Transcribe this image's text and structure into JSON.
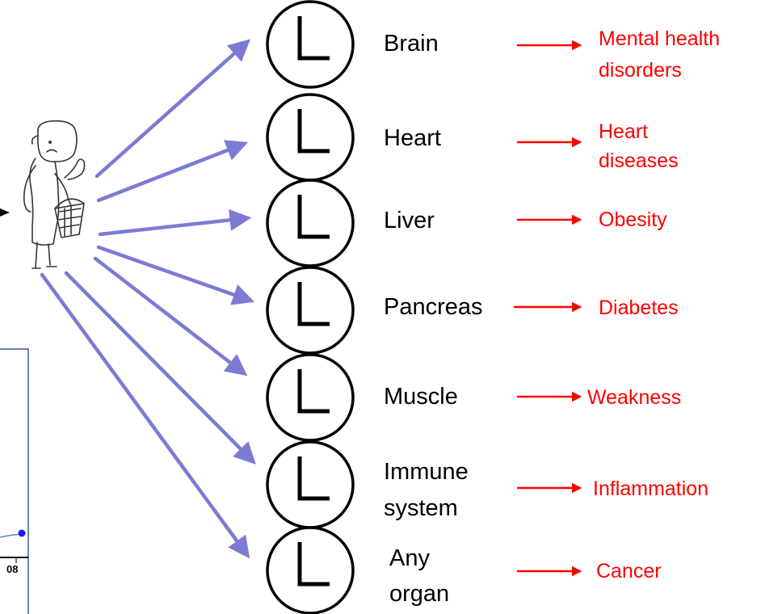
{
  "colors": {
    "arrow_blue": "#7b7bd4",
    "outcome_red": "#ff0000",
    "clock": "#000000",
    "inset_border": "#3a5a8a",
    "point_blue": "#1a1aff"
  },
  "figure": {
    "icon": "person-with-basket-icon"
  },
  "inset_plot": {
    "tick_label": "08"
  },
  "rows": [
    {
      "organ": [
        "Brain"
      ],
      "outcome": [
        "Mental health",
        "disorders"
      ]
    },
    {
      "organ": [
        "Heart"
      ],
      "outcome": [
        "Heart",
        "diseases"
      ]
    },
    {
      "organ": [
        "Liver"
      ],
      "outcome": [
        "Obesity"
      ]
    },
    {
      "organ": [
        "Pancreas"
      ],
      "outcome": [
        "Diabetes"
      ]
    },
    {
      "organ": [
        "Muscle"
      ],
      "outcome": [
        "Weakness"
      ]
    },
    {
      "organ": [
        "Immune",
        "system"
      ],
      "outcome": [
        "Inflammation"
      ]
    },
    {
      "organ": [
        "Any",
        "organ"
      ],
      "outcome": [
        "Cancer"
      ]
    }
  ]
}
